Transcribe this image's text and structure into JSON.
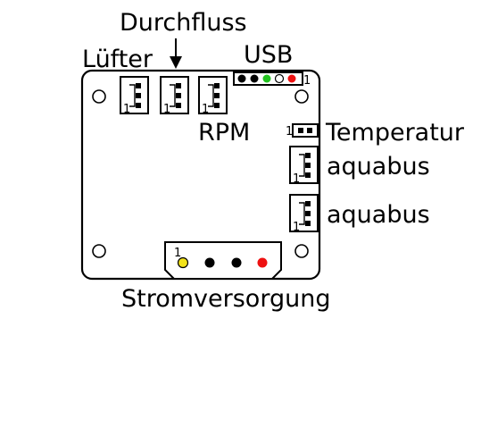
{
  "labels": {
    "luefter": "Lüfter",
    "durchfluss": "Durchfluss",
    "usb": "USB",
    "rpm": "RPM",
    "temperatur": "Temperatur",
    "aquabus_1": "aquabus",
    "aquabus_2": "aquabus",
    "stromversorgung": "Stromversorgung"
  },
  "pin_markers": {
    "fan_1": "1",
    "fan_2": "1",
    "fan_3": "1",
    "usb": "1",
    "temperatur": "1",
    "aquabus_1": "1",
    "aquabus_2": "1",
    "power": "1"
  },
  "colors": {
    "usb_pins": [
      "#000000",
      "#000000",
      "#22c21f",
      "#ffffff",
      "#ee1111"
    ],
    "power_pins": [
      "#f2e21a",
      "#000000",
      "#000000",
      "#ee1111"
    ]
  },
  "icons": {
    "arrow": "down-arrow-icon"
  }
}
